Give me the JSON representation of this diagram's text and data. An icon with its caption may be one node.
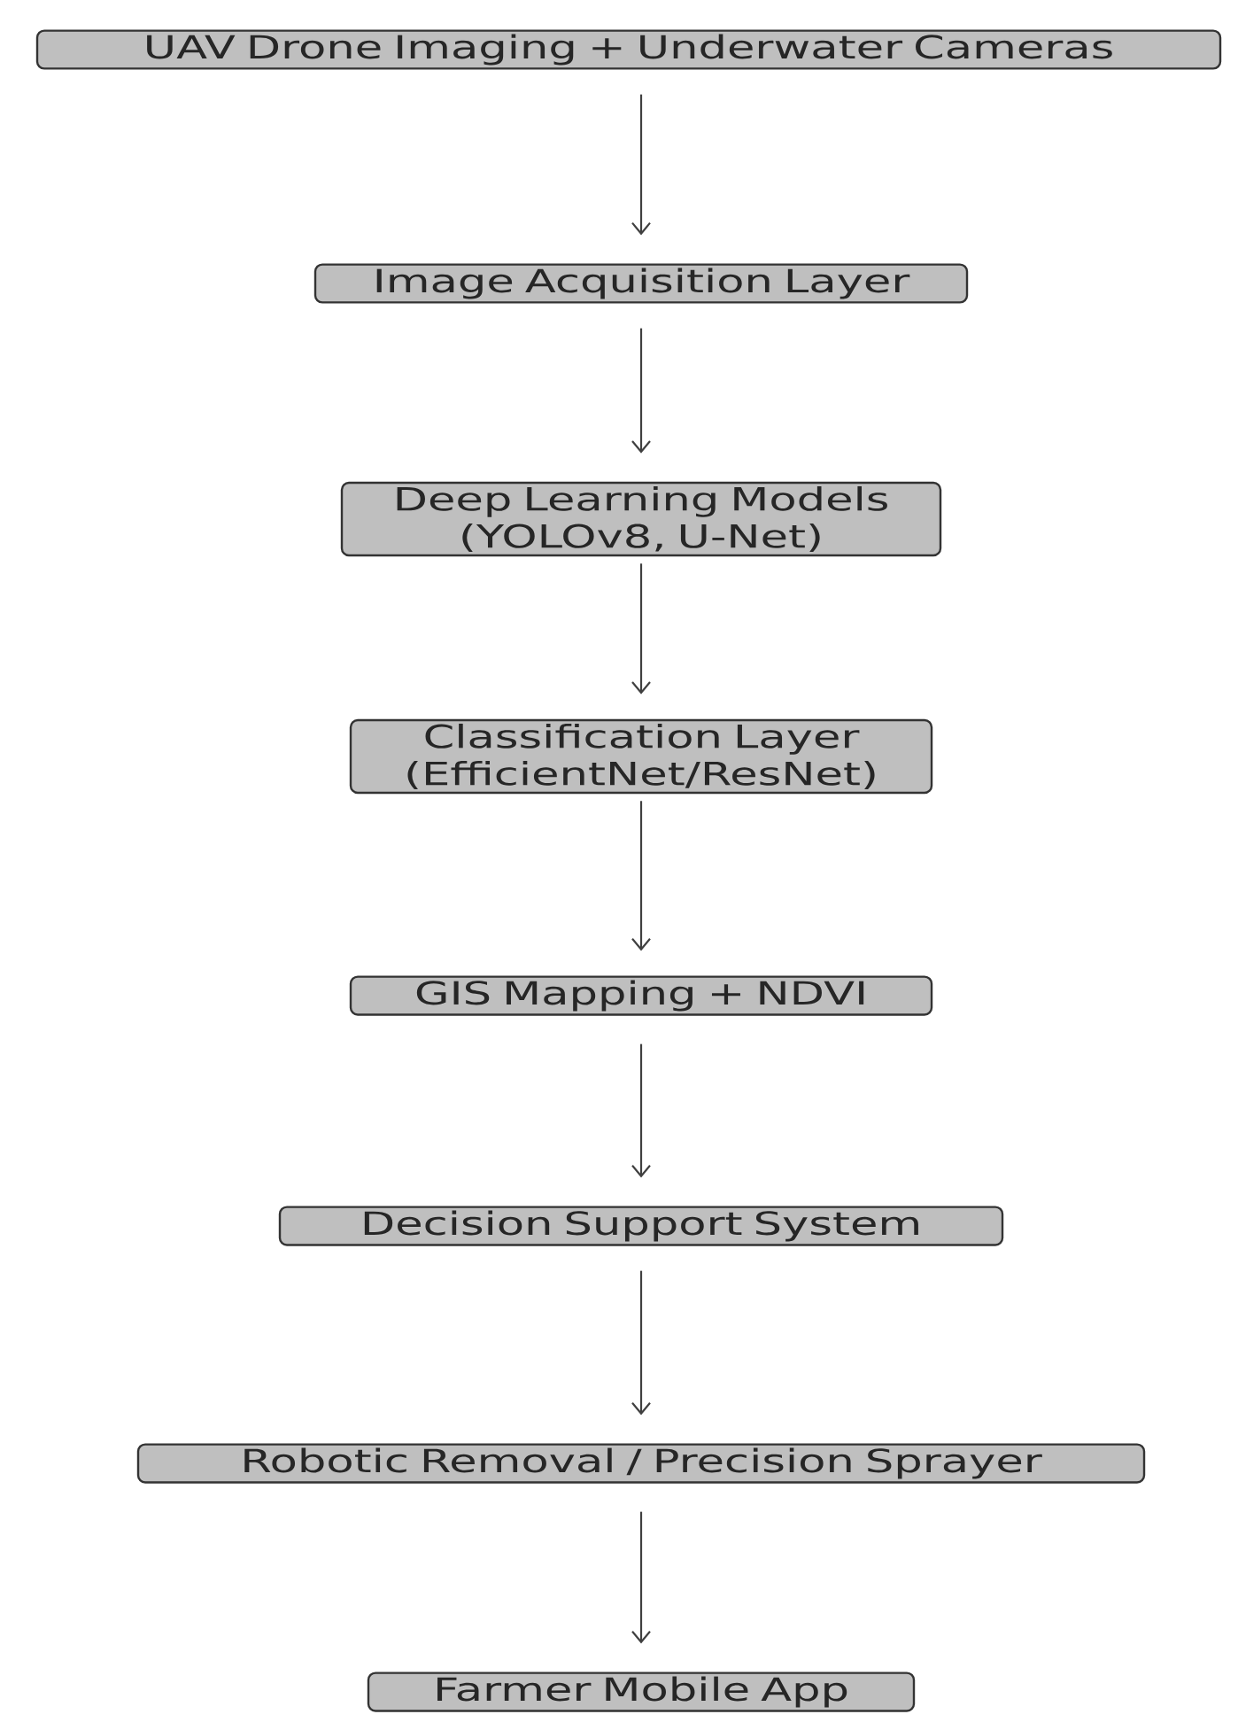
{
  "diagram": {
    "nodes": [
      {
        "text": [
          "UAV Drone Imaging + Underwater Cameras"
        ]
      },
      {
        "text": [
          "Image Acquisition Layer"
        ]
      },
      {
        "text": [
          "Deep Learning Models (YOLOv8, U-Net)"
        ]
      },
      {
        "text": [
          "Classification Layer (EfficientNet/ResNet)"
        ]
      },
      {
        "text": [
          "GIS Mapping + NDVI"
        ]
      },
      {
        "text": [
          "Decision Support System"
        ]
      },
      {
        "text": [
          "Robotic Removal / Precision Sprayer"
        ]
      },
      {
        "text": [
          "Farmer Mobile App"
        ]
      }
    ],
    "edges": [
      {
        "from": 0,
        "to": 1,
        "arrow": "to"
      },
      {
        "from": 1,
        "to": 2,
        "arrow": "to"
      },
      {
        "from": 2,
        "to": 3,
        "arrow": "to"
      },
      {
        "from": 3,
        "to": 4,
        "arrow": "to"
      },
      {
        "from": 4,
        "to": 5,
        "arrow": "to"
      },
      {
        "from": 5,
        "to": 6,
        "arrow": "to"
      },
      {
        "from": 6,
        "to": 7,
        "arrow": "to"
      }
    ]
  }
}
